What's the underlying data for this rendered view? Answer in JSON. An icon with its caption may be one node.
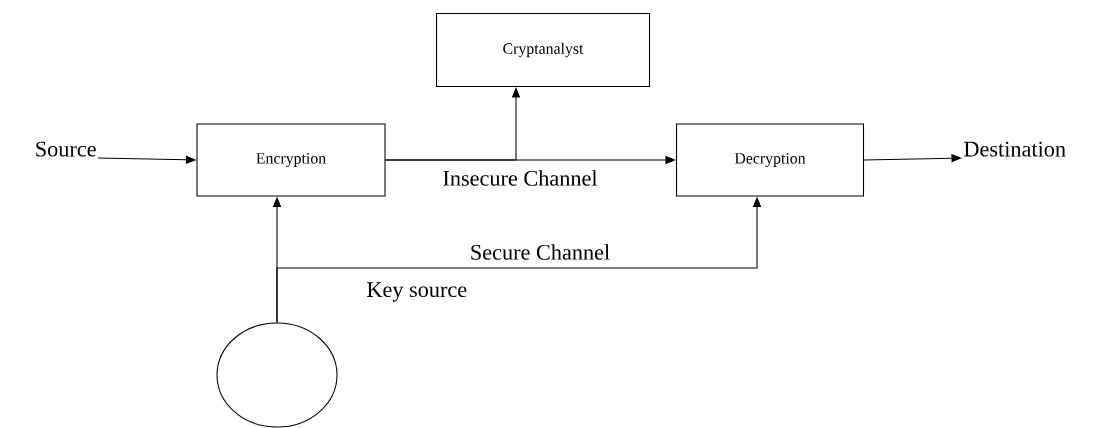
{
  "diagram": {
    "nodes": [
      {
        "text": [
          "Source"
        ]
      },
      {
        "text": [
          "Encryption"
        ]
      },
      {
        "text": [
          "Cryptanalyst"
        ]
      },
      {
        "text": [
          "Decryption"
        ]
      },
      {
        "text": [
          "Destination"
        ]
      },
      {
        "text": [],
        "shape": "circle",
        "beside": [
          "Key source"
        ]
      }
    ],
    "edges": [
      {
        "from": 0,
        "to": 1,
        "arrow": "to"
      },
      {
        "from": 1,
        "to": 3,
        "arrow": "to",
        "label": "Insecure Channel"
      },
      {
        "from": 1,
        "to": 2,
        "arrow": "to"
      },
      {
        "from": 3,
        "to": 4,
        "arrow": "to"
      },
      {
        "from": 5,
        "to": 1,
        "arrow": "to"
      },
      {
        "from": 5,
        "to": 3,
        "arrow": "to",
        "label": "Secure Channel"
      }
    ]
  }
}
